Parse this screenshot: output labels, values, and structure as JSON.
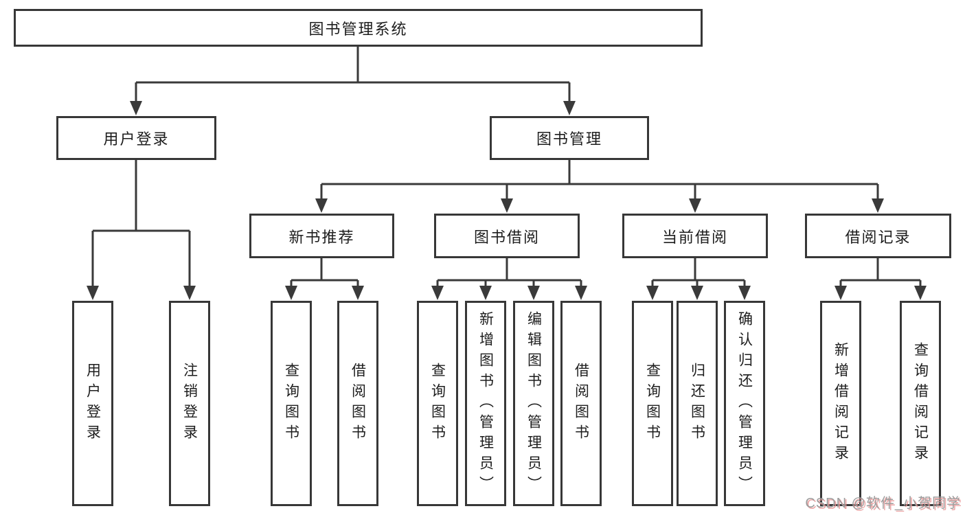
{
  "diagram": {
    "nodes": {
      "root": "图书管理系统",
      "user_login": "用户登录",
      "book_management": "图书管理",
      "new_book_recommend": "新书推荐",
      "book_borrow": "图书借阅",
      "current_borrow": "当前借阅",
      "borrow_records": "借阅记录",
      "ul_user_login": "用户登录",
      "ul_logout": "注销登录",
      "nb_query_books": "查询图书",
      "nb_borrow_books": "借阅图书",
      "bb_query_books": "查询图书",
      "bb_add_books": "新增图书（管理员）",
      "bb_edit_books": "编辑图书（管理员）",
      "bb_borrow_books": "借阅图书",
      "cb_query_books": "查询图书",
      "cb_return_books": "归还图书",
      "cb_confirm_return": "确认归还（管理员）",
      "br_add_record": "新增借阅记录",
      "br_query_record": "查询借阅记录"
    },
    "hierarchy": {
      "图书管理系统": [
        "用户登录",
        "图书管理"
      ],
      "用户登录": [
        "用户登录",
        "注销登录"
      ],
      "图书管理": [
        "新书推荐",
        "图书借阅",
        "当前借阅",
        "借阅记录"
      ],
      "新书推荐": [
        "查询图书",
        "借阅图书"
      ],
      "图书借阅": [
        "查询图书",
        "新增图书（管理员）",
        "编辑图书（管理员）",
        "借阅图书"
      ],
      "当前借阅": [
        "查询图书",
        "归还图书",
        "确认归还（管理员）"
      ],
      "借阅记录": [
        "新增借阅记录",
        "查询借阅记录"
      ]
    },
    "colors": {
      "line": "#3a3a3a",
      "box_border": "#373737",
      "text": "#1d1d1d",
      "background": "#ffffff",
      "watermark_gray": "#9d9d9d",
      "watermark_shadow": "#e99696"
    }
  },
  "watermark": {
    "text": "CSDN @软件_小贺同学"
  }
}
